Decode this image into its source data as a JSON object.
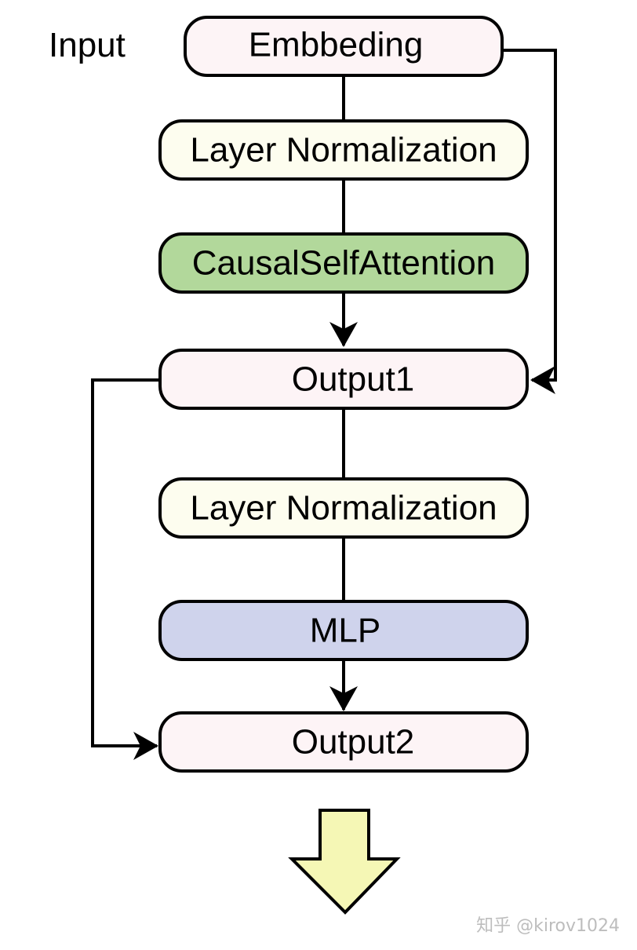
{
  "diagram": {
    "input_label": "Input",
    "nodes": {
      "embedding": {
        "label": "Embbeding",
        "fill": "#fdf4f6"
      },
      "layer_norm_1": {
        "label": "Layer Normalization",
        "fill": "#fdfdef"
      },
      "causal_self_attention": {
        "label": "CausalSelfAttention",
        "fill": "#b2d89b"
      },
      "output1": {
        "label": "Output1",
        "fill": "#fdf4f6"
      },
      "layer_norm_2": {
        "label": "Layer Normalization",
        "fill": "#fdfdef"
      },
      "mlp": {
        "label": "MLP",
        "fill": "#cfd3ec"
      },
      "output2": {
        "label": "Output2",
        "fill": "#fdf4f6"
      }
    },
    "down_arrow": {
      "fill": "#f5f7b5"
    },
    "edges": [
      {
        "from": "embedding",
        "to": "layer_norm_1"
      },
      {
        "from": "layer_norm_1",
        "to": "causal_self_attention"
      },
      {
        "from": "causal_self_attention",
        "to": "output1"
      },
      {
        "from": "embedding",
        "to": "output1",
        "kind": "residual"
      },
      {
        "from": "output1",
        "to": "layer_norm_2"
      },
      {
        "from": "layer_norm_2",
        "to": "mlp"
      },
      {
        "from": "mlp",
        "to": "output2"
      },
      {
        "from": "output1",
        "to": "output2",
        "kind": "residual"
      }
    ]
  },
  "watermark": "知乎 @kirov1024"
}
